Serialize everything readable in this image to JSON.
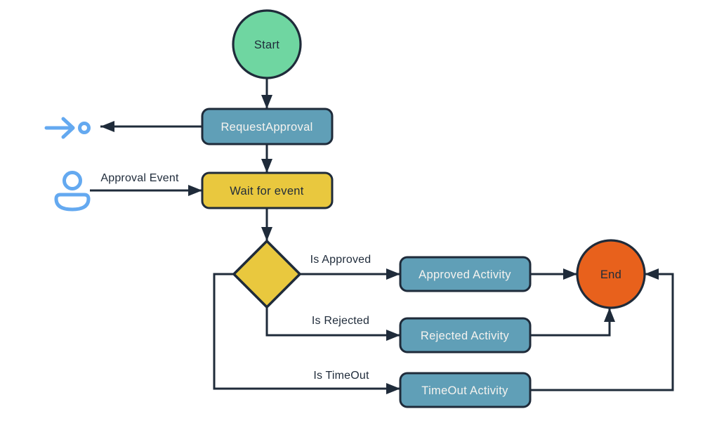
{
  "diagram": {
    "background": "#ffffff",
    "connector_color": "#1F2B3A",
    "nodes": {
      "start": {
        "label": "Start",
        "shape": "circle",
        "fill": "#6FD6A1",
        "text_color": "#1F2B3A"
      },
      "request_approval": {
        "label": "RequestApproval",
        "shape": "rounded-rect",
        "fill": "#609FB7",
        "text_color": "#F5F3EF"
      },
      "wait_for_event": {
        "label": "Wait for event",
        "shape": "rounded-rect",
        "fill": "#E9C83E",
        "text_color": "#1F2B3A"
      },
      "decision": {
        "label": "",
        "shape": "diamond",
        "fill": "#E9C83E"
      },
      "approved_activity": {
        "label": "Approved Activity",
        "shape": "rounded-rect",
        "fill": "#609FB7",
        "text_color": "#F5F3EF"
      },
      "rejected_activity": {
        "label": "Rejected Activity",
        "shape": "rounded-rect",
        "fill": "#609FB7",
        "text_color": "#F5F3EF"
      },
      "timeout_activity": {
        "label": "TimeOut Activity",
        "shape": "rounded-rect",
        "fill": "#609FB7",
        "text_color": "#F5F3EF"
      },
      "end": {
        "label": "End",
        "shape": "circle",
        "fill": "#E8611C",
        "text_color": "#1F2B3A"
      }
    },
    "edge_labels": {
      "approval_event": "Approval Event",
      "is_approved": "Is Approved",
      "is_rejected": "Is Rejected",
      "is_timeout": "Is TimeOut"
    },
    "icons": {
      "emit_event": "arrow-to-circle-icon",
      "approver": "user-icon",
      "color": "#64A9F0"
    }
  }
}
